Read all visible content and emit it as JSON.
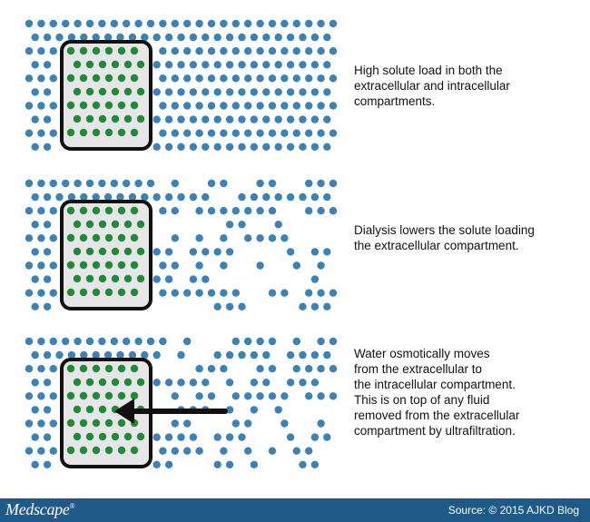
{
  "panels": [
    {
      "caption": "High solute load in both the\nextracellular and intracellular\ncompartments.",
      "extracellular_solute": "full",
      "intracellular_solute": "full",
      "arrow": false
    },
    {
      "caption": "Dialysis lowers the solute loading\nthe extracellular compartment.",
      "extracellular_solute": "reduced",
      "intracellular_solute": "full",
      "arrow": false
    },
    {
      "caption": "Water osmotically moves\nfrom the extracellular to\nthe intracellular compartment.\nThis is on top of any fluid\nremoved from the extracellular\ncompartment by ultrafiltration.",
      "extracellular_solute": "reduced",
      "intracellular_solute": "full",
      "arrow": true,
      "arrow_direction": "left"
    }
  ],
  "footer": {
    "brand": "Medscape",
    "brand_mark": "®",
    "source": "Source: © 2015 AJKD Blog"
  },
  "colors": {
    "extracellular_dot": "#3b82b5",
    "intracellular_dot": "#1f8a3c",
    "cell_fill": "#e6e6e6",
    "cell_border": "#111111",
    "footer_bg": "#1d5a87"
  }
}
